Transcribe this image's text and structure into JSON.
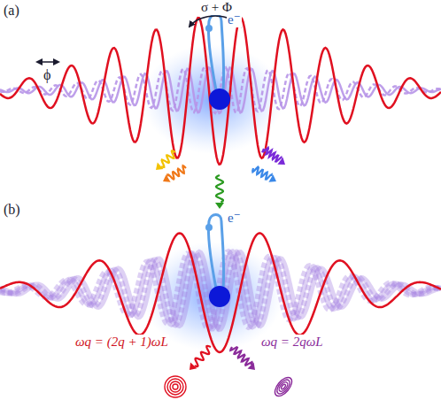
{
  "diagram": {
    "labels": [
      "(a)",
      "σ + Φ",
      "e⁻",
      "ϕ",
      "(b)",
      "e⁻",
      "ωq = (2q + 1)ωL",
      "ωq = 2qωL"
    ]
  }
}
